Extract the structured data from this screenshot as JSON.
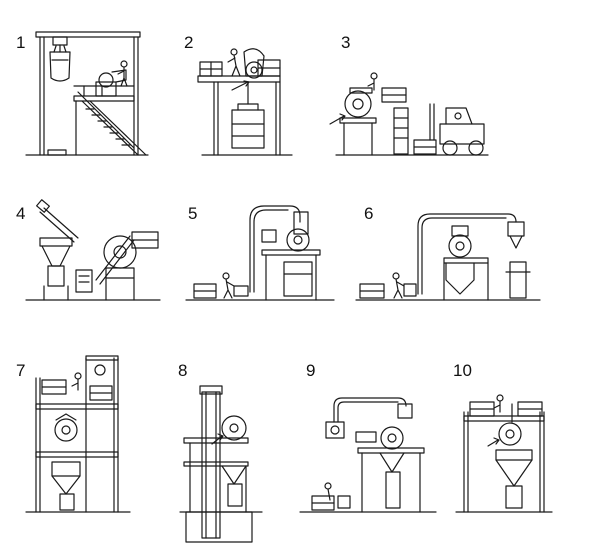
{
  "panels": [
    {
      "number": "1"
    },
    {
      "number": "2"
    },
    {
      "number": "3"
    },
    {
      "number": "4"
    },
    {
      "number": "5"
    },
    {
      "number": "6"
    },
    {
      "number": "7"
    },
    {
      "number": "8"
    },
    {
      "number": "9"
    },
    {
      "number": "10"
    }
  ],
  "colors": {
    "line": "#1a1a1a",
    "background": "#ffffff"
  }
}
